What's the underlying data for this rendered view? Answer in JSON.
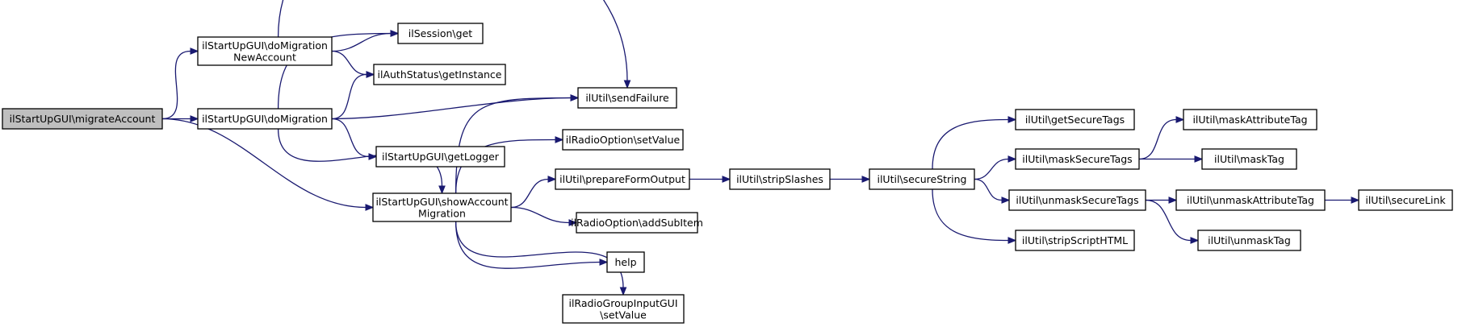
{
  "colors": {
    "edge": "#191970",
    "root_fill": "#bfbfbf",
    "node_fill": "#ffffff",
    "border": "#000000"
  },
  "nodes": {
    "migrateAccount": {
      "lines": [
        "ilStartUpGUI\\migrateAccount"
      ],
      "is_root": true
    },
    "doMigrationNewAccount": {
      "lines": [
        "ilStartUpGUI\\doMigration",
        "NewAccount"
      ]
    },
    "doMigration": {
      "lines": [
        "ilStartUpGUI\\doMigration"
      ]
    },
    "showAccountMigration": {
      "lines": [
        "ilStartUpGUI\\showAccount",
        "Migration"
      ]
    },
    "sessionGet": {
      "lines": [
        "ilSession\\get"
      ]
    },
    "authStatusGetInstance": {
      "lines": [
        "ilAuthStatus\\getInstance"
      ]
    },
    "sendFailure": {
      "lines": [
        "ilUtil\\sendFailure"
      ]
    },
    "getLogger": {
      "lines": [
        "ilStartUpGUI\\getLogger"
      ]
    },
    "radioOptionSetValue": {
      "lines": [
        "ilRadioOption\\setValue"
      ]
    },
    "prepareFormOutput": {
      "lines": [
        "ilUtil\\prepareFormOutput"
      ]
    },
    "addSubItem": {
      "lines": [
        "ilRadioOption\\addSubItem"
      ]
    },
    "help": {
      "lines": [
        "help"
      ]
    },
    "radioGroupSetValue": {
      "lines": [
        "ilRadioGroupInputGUI",
        "\\setValue"
      ]
    },
    "stripSlashes": {
      "lines": [
        "ilUtil\\stripSlashes"
      ]
    },
    "secureString": {
      "lines": [
        "ilUtil\\secureString"
      ]
    },
    "getSecureTags": {
      "lines": [
        "ilUtil\\getSecureTags"
      ]
    },
    "maskSecureTags": {
      "lines": [
        "ilUtil\\maskSecureTags"
      ]
    },
    "unmaskSecureTags": {
      "lines": [
        "ilUtil\\unmaskSecureTags"
      ]
    },
    "stripScriptHTML": {
      "lines": [
        "ilUtil\\stripScriptHTML"
      ]
    },
    "maskAttributeTag": {
      "lines": [
        "ilUtil\\maskAttributeTag"
      ]
    },
    "maskTag": {
      "lines": [
        "ilUtil\\maskTag"
      ]
    },
    "unmaskAttributeTag": {
      "lines": [
        "ilUtil\\unmaskAttributeTag"
      ]
    },
    "unmaskTag": {
      "lines": [
        "ilUtil\\unmaskTag"
      ]
    },
    "secureLink": {
      "lines": [
        "ilUtil\\secureLink"
      ]
    }
  },
  "edges": [
    [
      "migrateAccount",
      "doMigrationNewAccount"
    ],
    [
      "migrateAccount",
      "doMigration"
    ],
    [
      "migrateAccount",
      "showAccountMigration"
    ],
    [
      "doMigrationNewAccount",
      "sessionGet"
    ],
    [
      "doMigrationNewAccount",
      "authStatusGetInstance"
    ],
    [
      "doMigrationNewAccount",
      "sendFailure"
    ],
    [
      "doMigration",
      "sessionGet"
    ],
    [
      "doMigration",
      "authStatusGetInstance"
    ],
    [
      "doMigration",
      "sendFailure"
    ],
    [
      "doMigration",
      "getLogger"
    ],
    [
      "doMigration",
      "showAccountMigration"
    ],
    [
      "showAccountMigration",
      "sendFailure"
    ],
    [
      "showAccountMigration",
      "radioOptionSetValue"
    ],
    [
      "showAccountMigration",
      "prepareFormOutput"
    ],
    [
      "showAccountMigration",
      "addSubItem"
    ],
    [
      "showAccountMigration",
      "help"
    ],
    [
      "showAccountMigration",
      "radioGroupSetValue"
    ],
    [
      "prepareFormOutput",
      "stripSlashes"
    ],
    [
      "stripSlashes",
      "secureString"
    ],
    [
      "secureString",
      "getSecureTags"
    ],
    [
      "secureString",
      "maskSecureTags"
    ],
    [
      "secureString",
      "unmaskSecureTags"
    ],
    [
      "secureString",
      "stripScriptHTML"
    ],
    [
      "maskSecureTags",
      "maskAttributeTag"
    ],
    [
      "maskSecureTags",
      "maskTag"
    ],
    [
      "unmaskSecureTags",
      "unmaskAttributeTag"
    ],
    [
      "unmaskSecureTags",
      "unmaskTag"
    ],
    [
      "unmaskAttributeTag",
      "secureLink"
    ]
  ]
}
